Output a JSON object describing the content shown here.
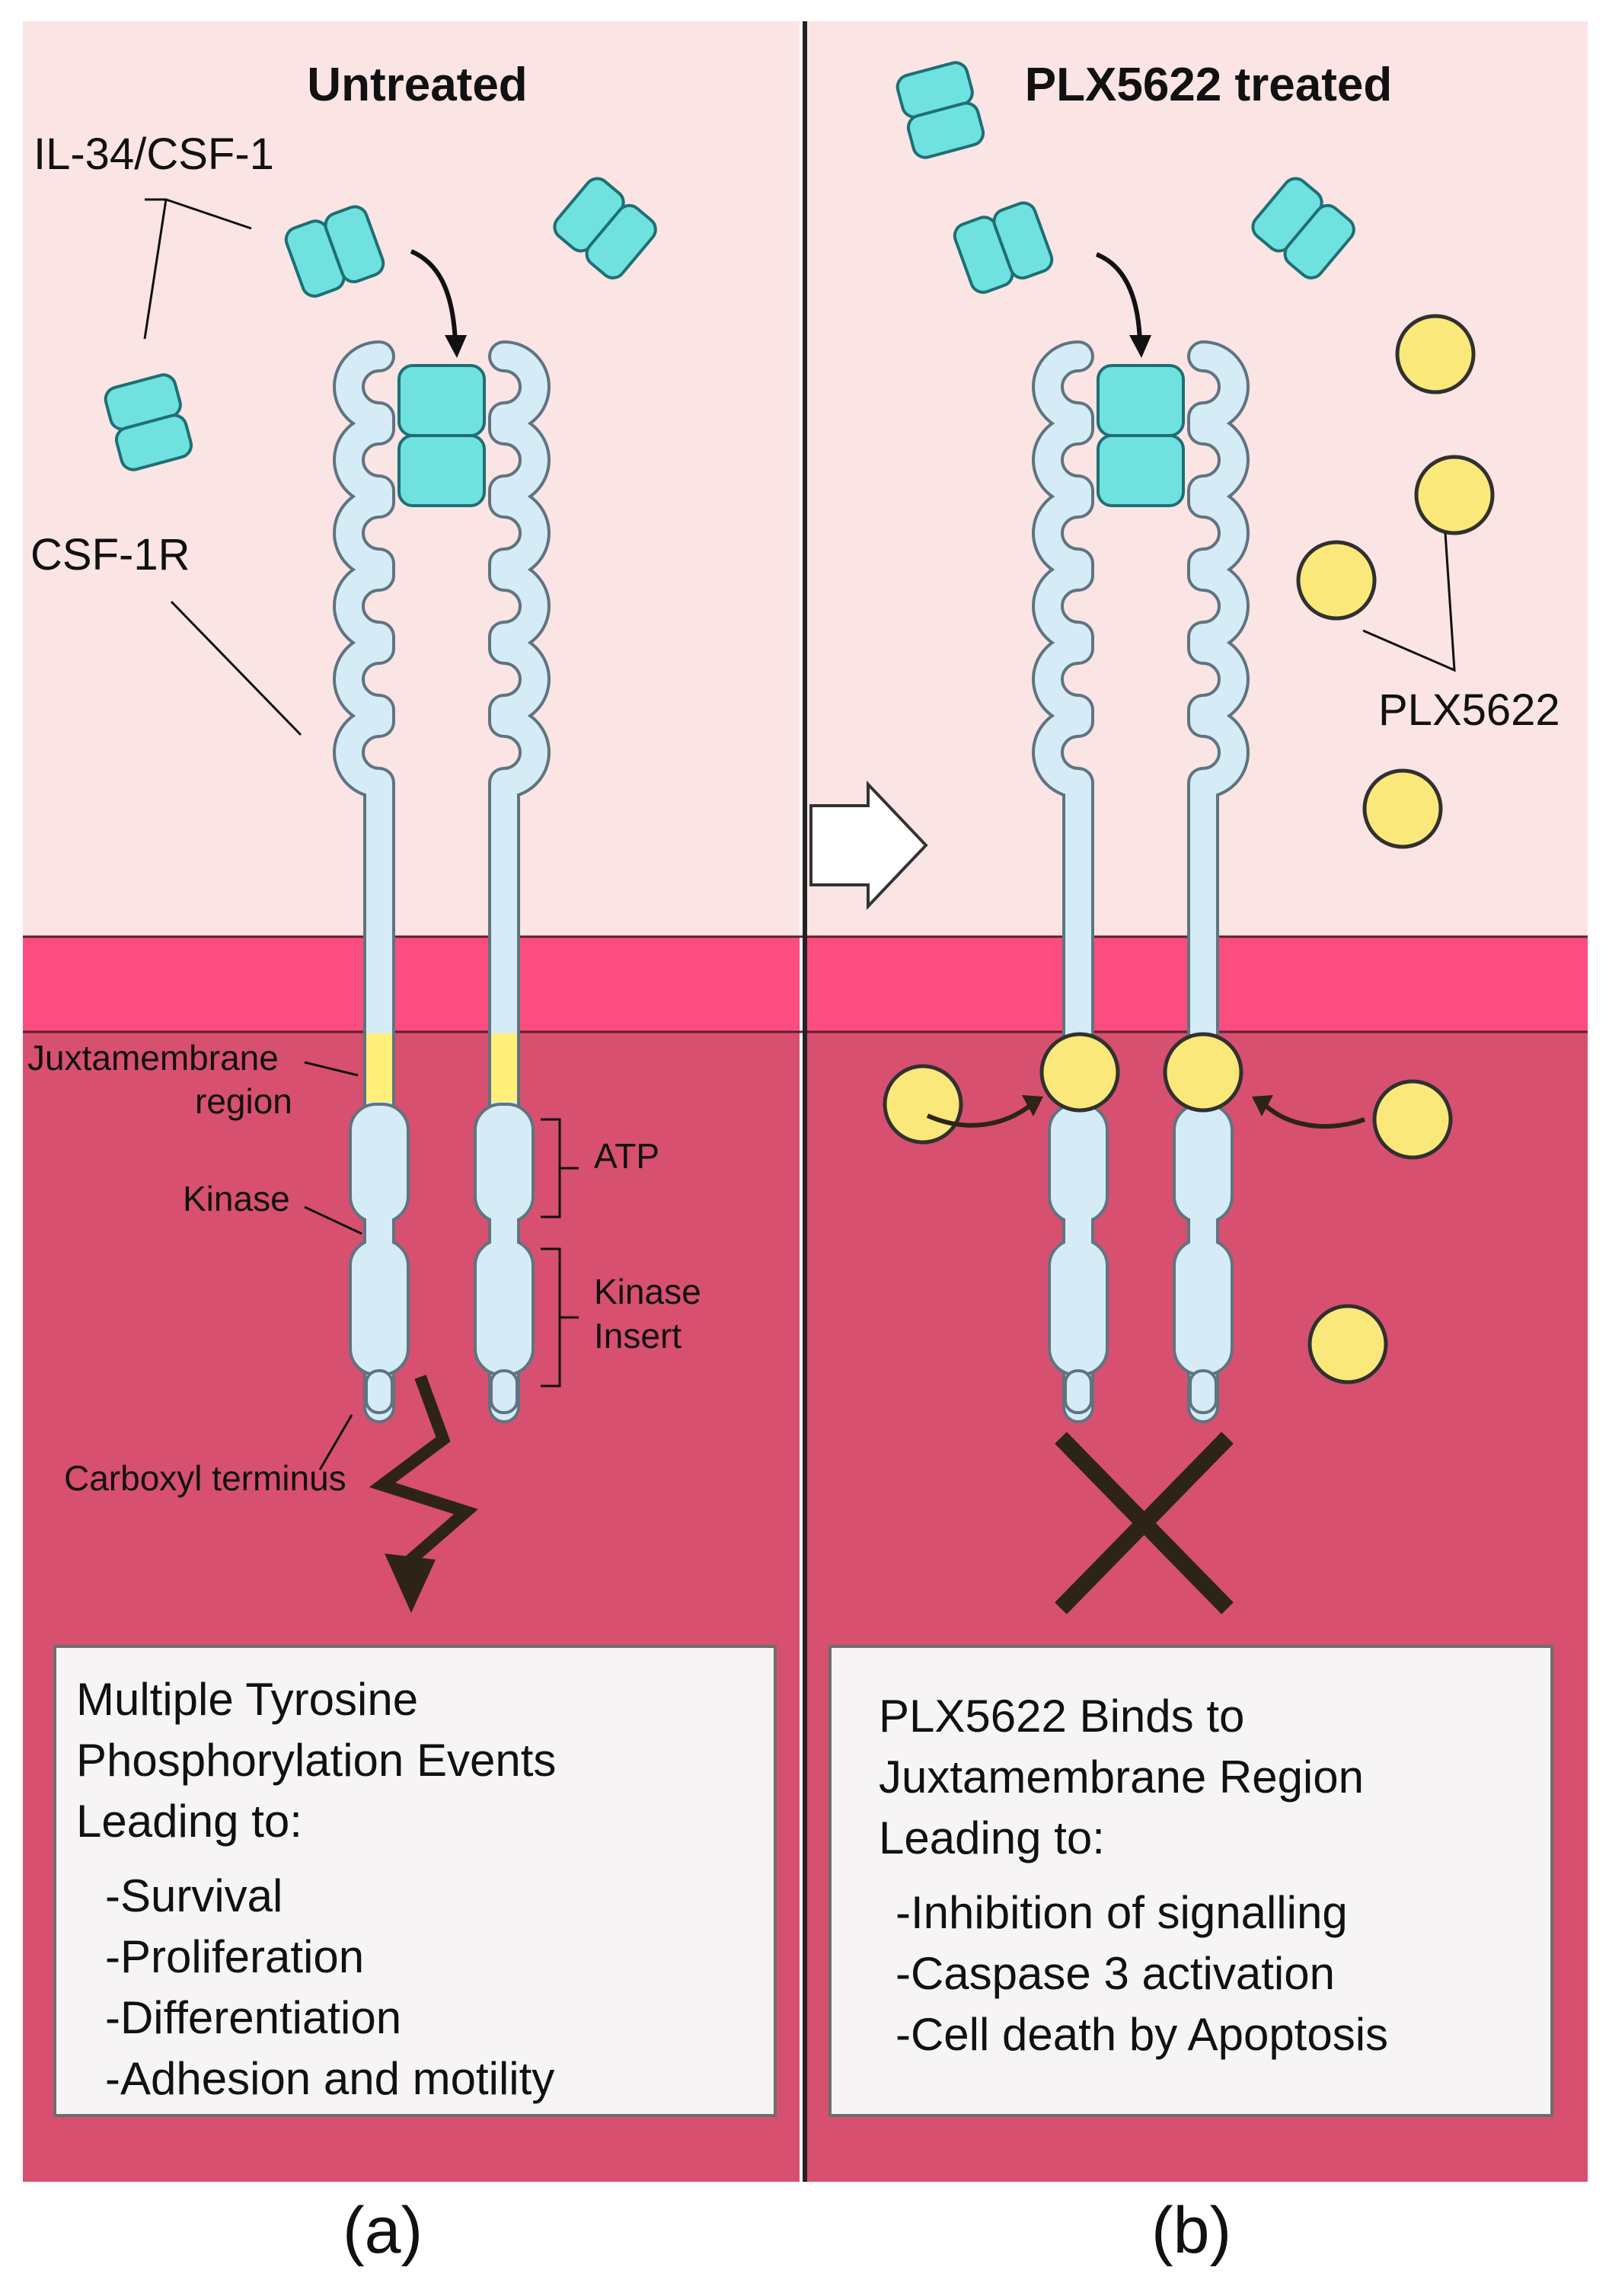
{
  "panel_a": {
    "title": "Untreated",
    "caption": "(a)",
    "labels": {
      "ligand": "IL-34/CSF-1",
      "receptor": "CSF-1R",
      "juxtamembrane_1": "Juxtamembrane",
      "juxtamembrane_2": "region",
      "kinase": "Kinase",
      "atp": "ATP",
      "kinase_insert_1": "Kinase",
      "kinase_insert_2": "Insert",
      "carboxyl": "Carboxyl terminus"
    },
    "box": {
      "heading": [
        "Multiple Tyrosine",
        "Phosphorylation Events",
        "Leading to:"
      ],
      "items": [
        "-Survival",
        "-Proliferation",
        "-Differentiation",
        "-Adhesion and motility"
      ]
    }
  },
  "panel_b": {
    "title": "PLX5622 treated",
    "caption": "(b)",
    "labels": {
      "drug": "PLX5622"
    },
    "box": {
      "heading": [
        "PLX5622 Binds to",
        "Juxtamembrane Region",
        "Leading to:"
      ],
      "items": [
        "-Inhibition of signalling",
        "-Caspase 3 activation",
        "-Cell death by Apoptosis"
      ]
    }
  },
  "colors": {
    "extracellular": "#fbe4e4",
    "membrane": "#fb4d80",
    "intracellular": "#d7506f",
    "receptor_fill": "#d5ebf5",
    "receptor_stroke": "#5f7480",
    "ligand_fill": "#6fe2e0",
    "ligand_stroke": "#1e6f74",
    "drug_fill": "#fbe87a",
    "drug_stroke": "#303030",
    "juxtamembrane": "#fff07a",
    "dark_mark": "#2d2417"
  }
}
